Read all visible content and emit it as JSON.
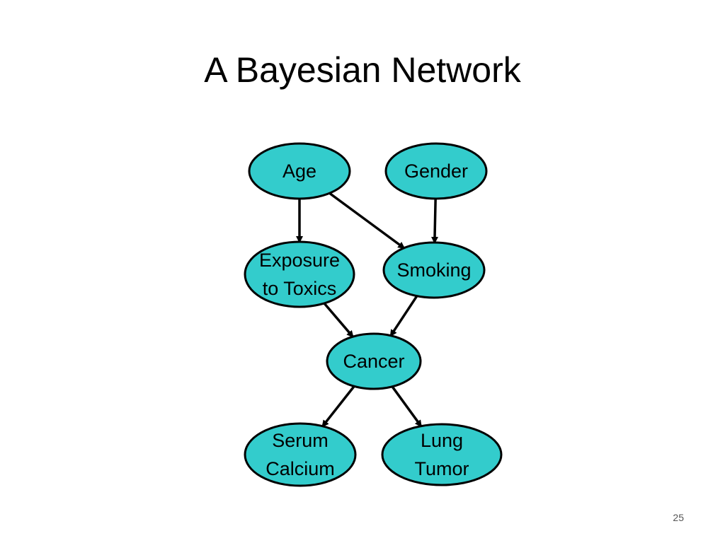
{
  "slide": {
    "title": "A Bayesian Network",
    "page_number": "25"
  },
  "colors": {
    "node_fill": "#33CCCC",
    "node_stroke": "#000000",
    "edge": "#000000"
  },
  "nodes": [
    {
      "id": "age",
      "lines": [
        "Age"
      ]
    },
    {
      "id": "gender",
      "lines": [
        "Gender"
      ]
    },
    {
      "id": "exposure",
      "lines": [
        "Exposure",
        "to Toxics"
      ]
    },
    {
      "id": "smoking",
      "lines": [
        "Smoking"
      ]
    },
    {
      "id": "cancer",
      "lines": [
        "Cancer"
      ]
    },
    {
      "id": "serum",
      "lines": [
        "Serum",
        "Calcium"
      ]
    },
    {
      "id": "lung",
      "lines": [
        "Lung",
        "Tumor"
      ]
    }
  ],
  "edges": [
    {
      "from": "age",
      "to": "exposure"
    },
    {
      "from": "age",
      "to": "smoking"
    },
    {
      "from": "gender",
      "to": "smoking"
    },
    {
      "from": "exposure",
      "to": "cancer"
    },
    {
      "from": "smoking",
      "to": "cancer"
    },
    {
      "from": "cancer",
      "to": "serum"
    },
    {
      "from": "cancer",
      "to": "lung"
    }
  ]
}
